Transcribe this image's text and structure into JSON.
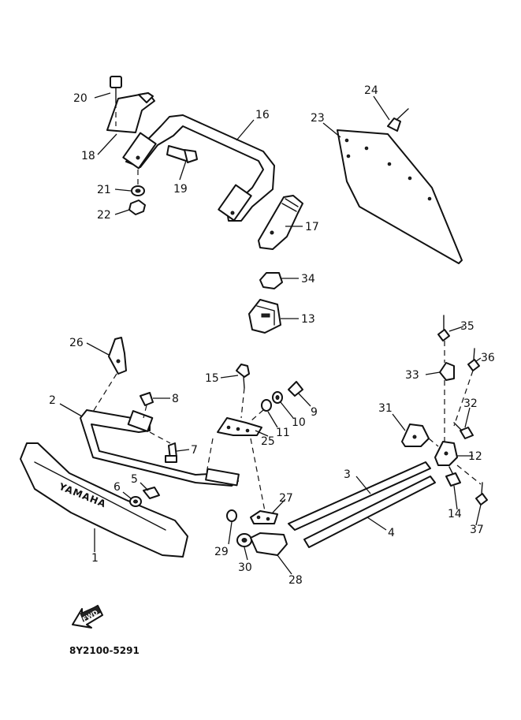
{
  "brand_text": "YAMAHA",
  "fwd_label": "FWD",
  "diagram_code": "8Y2100-5291",
  "callouts": {
    "c1": "1",
    "c2": "2",
    "c3": "3",
    "c4": "4",
    "c5": "5",
    "c6": "6",
    "c7": "7",
    "c8": "8",
    "c9": "9",
    "c10": "10",
    "c11": "11",
    "c12": "12",
    "c13": "13",
    "c14": "14",
    "c15": "15",
    "c16": "16",
    "c17": "17",
    "c18": "18",
    "c19": "19",
    "c20": "20",
    "c21": "21",
    "c22": "22",
    "c23": "23",
    "c24": "24",
    "c25": "25",
    "c26": "26",
    "c27": "27",
    "c28": "28",
    "c29": "29",
    "c30": "30",
    "c31": "31",
    "c32": "32",
    "c33": "33",
    "c34": "34",
    "c35": "35",
    "c36": "36",
    "c37": "37"
  }
}
